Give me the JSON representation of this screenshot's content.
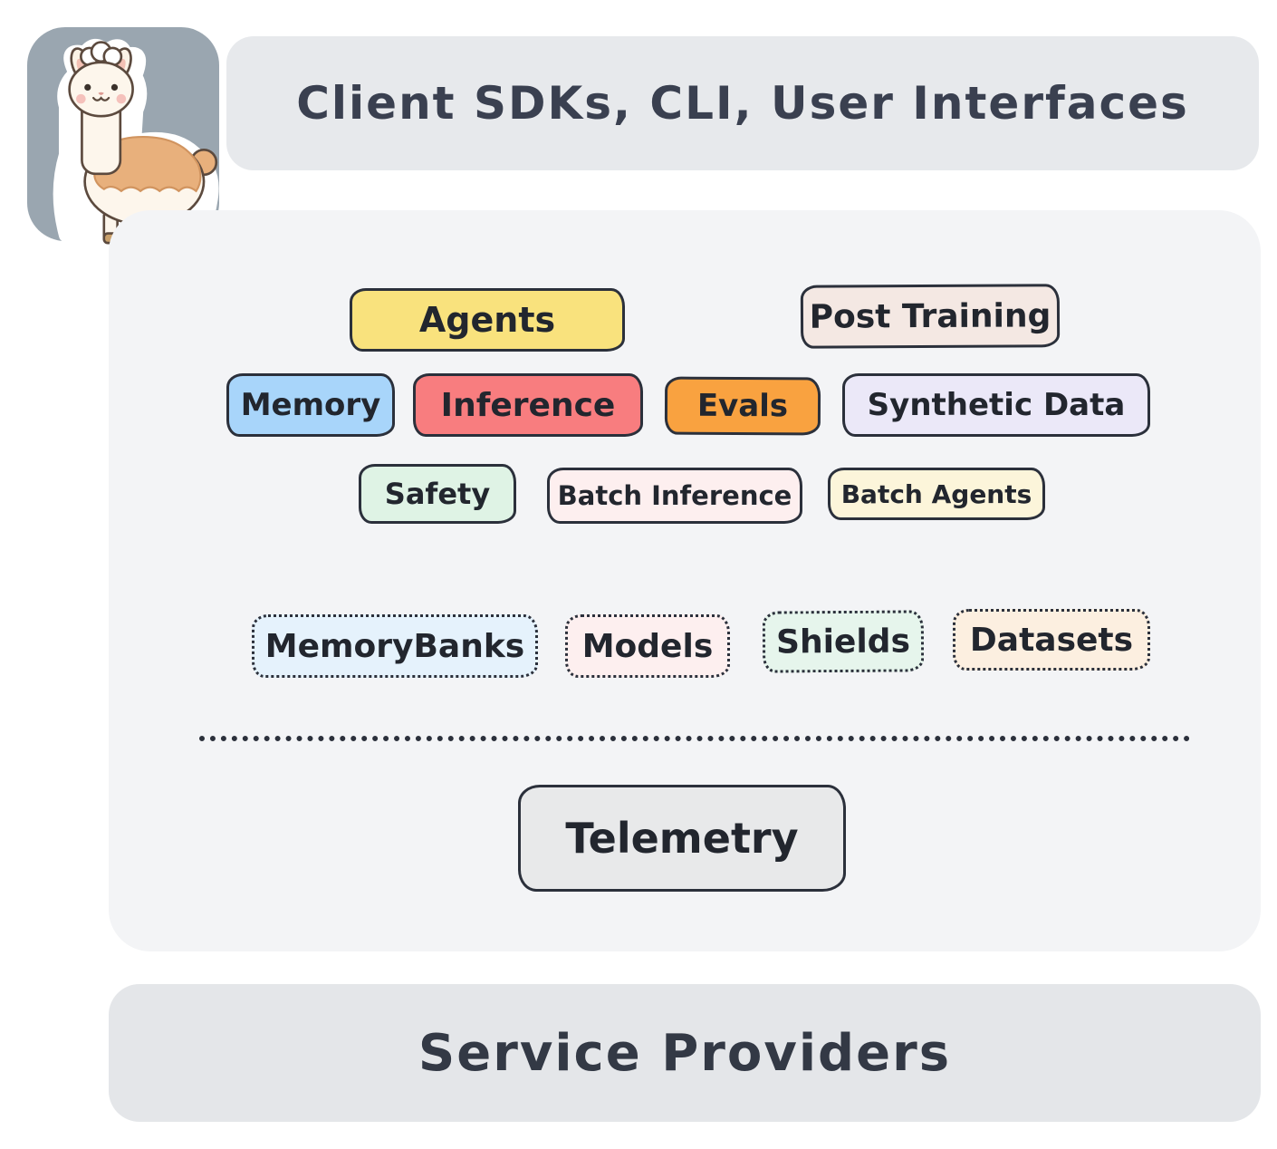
{
  "header": {
    "title": "Client SDKs, CLI, User Interfaces",
    "bg": "#E7E9EC"
  },
  "logo": {
    "icon": "llama-mascot-icon",
    "bg": "#9AA6B0"
  },
  "panel": {
    "bg": "#F3F4F6",
    "row1": [
      {
        "label": "Agents",
        "bg": "#F9E27D"
      },
      {
        "label": "Post Training",
        "bg": "#F4E8E3"
      }
    ],
    "row2": [
      {
        "label": "Memory",
        "bg": "#A8D5FA"
      },
      {
        "label": "Inference",
        "bg": "#F87D7F"
      },
      {
        "label": "Evals",
        "bg": "#F9A240"
      },
      {
        "label": "Synthetic Data",
        "bg": "#EBE8F8"
      }
    ],
    "row3": [
      {
        "label": "Safety",
        "bg": "#DFF3E5"
      },
      {
        "label": "Batch Inference",
        "bg": "#FDEFEF"
      },
      {
        "label": "Batch Agents",
        "bg": "#FCF5DA"
      }
    ],
    "resources": [
      {
        "label": "MemoryBanks",
        "bg": "#E5F2FC"
      },
      {
        "label": "Models",
        "bg": "#FDEFEF"
      },
      {
        "label": "Shields",
        "bg": "#E6F5EC"
      },
      {
        "label": "Datasets",
        "bg": "#FCEFE0"
      }
    ],
    "telemetry": {
      "label": "Telemetry",
      "bg": "#E8E9EA"
    }
  },
  "footer": {
    "title": "Service Providers",
    "bg": "#E4E6E9"
  }
}
